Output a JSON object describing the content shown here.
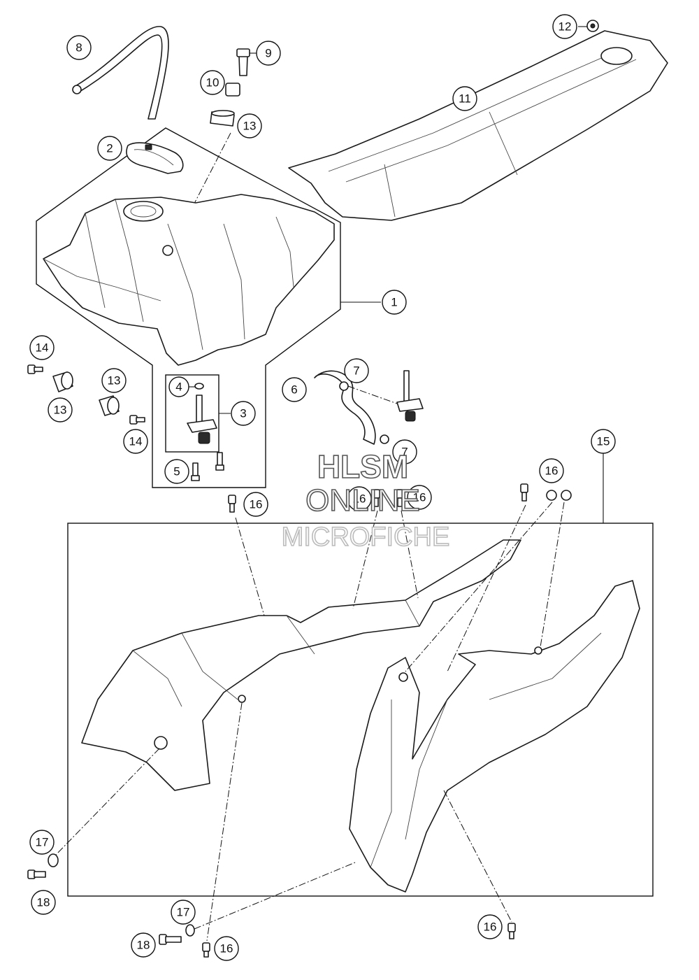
{
  "watermark": {
    "line1": "HLSM",
    "line2": "ONLINE",
    "line3": "MICROFICHE",
    "color_dark": "#555555",
    "color_light": "#bbbbbb"
  },
  "callouts": [
    {
      "id": "c1",
      "label": "1"
    },
    {
      "id": "c2",
      "label": "2"
    },
    {
      "id": "c3",
      "label": "3"
    },
    {
      "id": "c4",
      "label": "4"
    },
    {
      "id": "c5",
      "label": "5"
    },
    {
      "id": "c6",
      "label": "6"
    },
    {
      "id": "c7a",
      "label": "7"
    },
    {
      "id": "c7b",
      "label": "7"
    },
    {
      "id": "c8",
      "label": "8"
    },
    {
      "id": "c9",
      "label": "9"
    },
    {
      "id": "c10",
      "label": "10"
    },
    {
      "id": "c11",
      "label": "11"
    },
    {
      "id": "c12",
      "label": "12"
    },
    {
      "id": "c13a",
      "label": "13"
    },
    {
      "id": "c13b",
      "label": "13"
    },
    {
      "id": "c13c",
      "label": "13"
    },
    {
      "id": "c14a",
      "label": "14"
    },
    {
      "id": "c14b",
      "label": "14"
    },
    {
      "id": "c15",
      "label": "15"
    },
    {
      "id": "c16a",
      "label": "16"
    },
    {
      "id": "c16b",
      "label": "16"
    },
    {
      "id": "c16c",
      "label": "16"
    },
    {
      "id": "c16d",
      "label": "16"
    },
    {
      "id": "c16e",
      "label": "16"
    },
    {
      "id": "c16f",
      "label": "16"
    },
    {
      "id": "c17a",
      "label": "17"
    },
    {
      "id": "c17b",
      "label": "17"
    },
    {
      "id": "c18a",
      "label": "18"
    },
    {
      "id": "c18b",
      "label": "18"
    }
  ]
}
